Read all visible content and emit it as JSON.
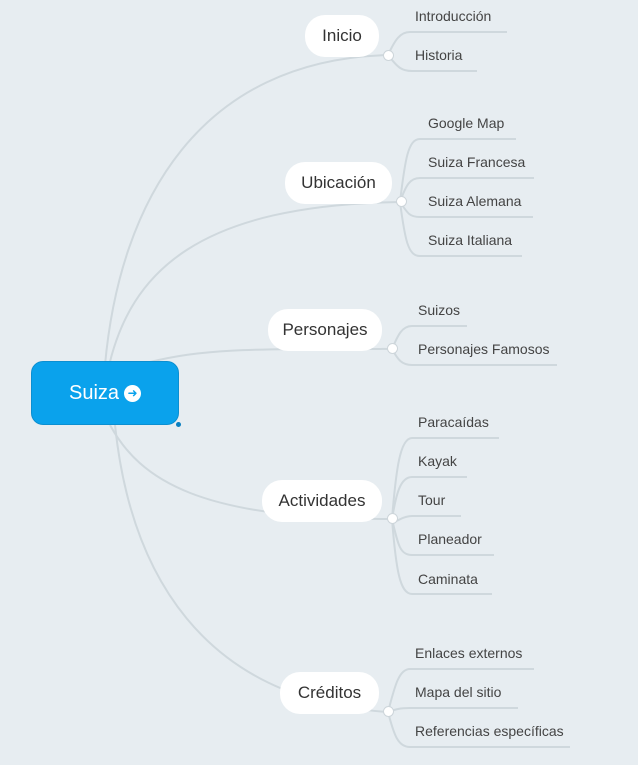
{
  "root": {
    "label": "Suiza",
    "arrow_icon": "arrow-right-circle-icon"
  },
  "colors": {
    "root": "#0aa2ec",
    "background": "#e7edf1",
    "connector": "#cfd8dd"
  },
  "branches": [
    {
      "label": "Inicio",
      "children": [
        "Introducción",
        "Historia"
      ]
    },
    {
      "label": "Ubicación",
      "children": [
        "Google Map",
        "Suiza Francesa",
        "Suiza Alemana",
        "Suiza Italiana"
      ]
    },
    {
      "label": "Personajes",
      "children": [
        "Suizos",
        "Personajes Famosos"
      ]
    },
    {
      "label": "Actividades",
      "children": [
        "Paracaídas",
        "Kayak",
        "Tour",
        "Planeador",
        "Caminata"
      ]
    },
    {
      "label": "Créditos",
      "children": [
        "Enlaces externos",
        "Mapa del sitio",
        "Referencias específicas"
      ]
    }
  ]
}
